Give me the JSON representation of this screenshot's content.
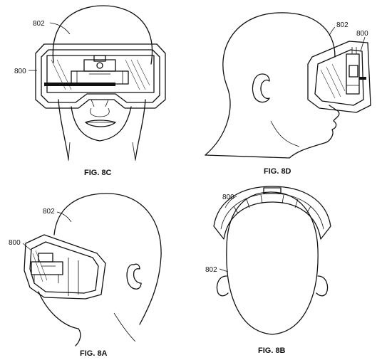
{
  "figures": {
    "c": {
      "title": "FIG. 8C",
      "head_ref": "802",
      "device_ref": "800"
    },
    "d": {
      "title": "FIG. 8D",
      "head_ref": "802",
      "device_ref": "800"
    },
    "a": {
      "title": "FIG. 8A",
      "head_ref": "802",
      "device_ref": "800"
    },
    "b": {
      "title": "FIG. 8B",
      "head_ref": "802",
      "device_ref": "800"
    }
  }
}
